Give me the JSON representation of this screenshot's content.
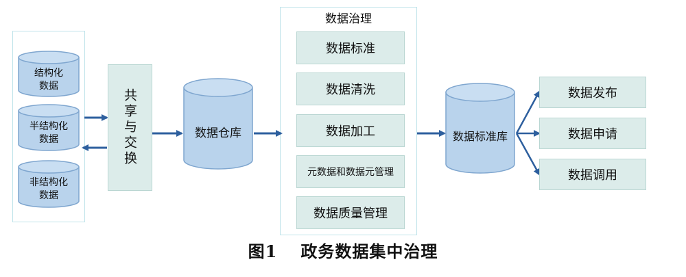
{
  "sources": [
    {
      "label": "结构化\n数据"
    },
    {
      "label": "半结构化\n数据"
    },
    {
      "label": "非结构化\n数据"
    }
  ],
  "exchange_label": "共享与交换",
  "warehouse_label": "数据仓库",
  "governance": {
    "title": "数据治理",
    "items": [
      "数据标准",
      "数据清洗",
      "数据加工",
      "元数据和数据元管理",
      "数据质量管理"
    ]
  },
  "standard_db_label": "数据标准库",
  "outputs": [
    "数据发布",
    "数据申请",
    "数据调用"
  ],
  "caption": {
    "figure": "图1",
    "title": "政务数据集中治理"
  },
  "colors": {
    "cylinder_fill": "#b9d3ec",
    "cylinder_stroke": "#7fa6cf",
    "box_fill": "#dcecea",
    "frame_border": "#bfe3ea",
    "arrow": "#2d5f9e"
  }
}
